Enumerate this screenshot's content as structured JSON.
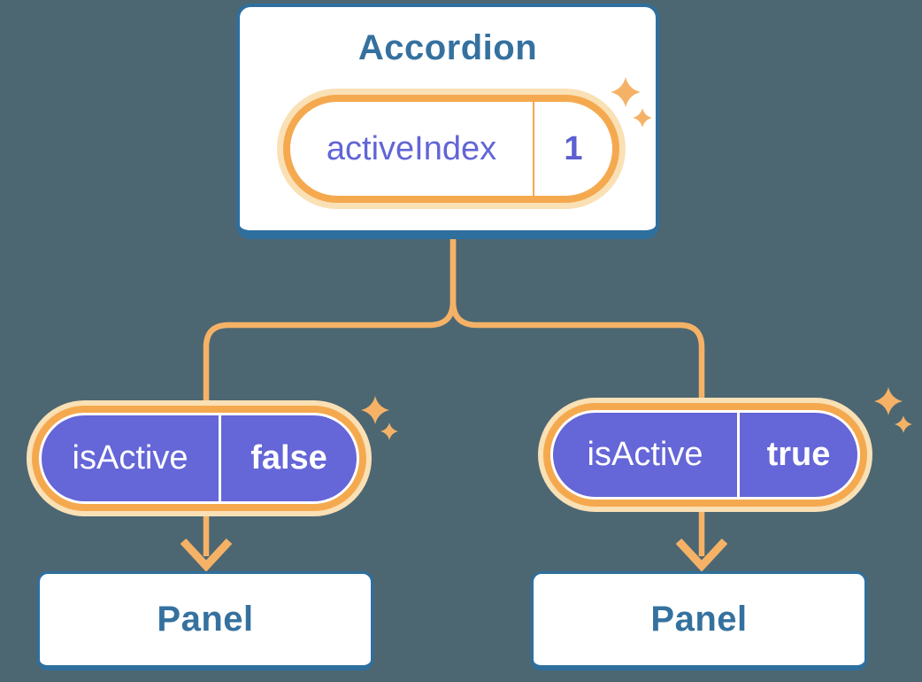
{
  "diagram": {
    "type": "component-tree",
    "root": {
      "title": "Accordion",
      "state": {
        "name": "activeIndex",
        "value": "1"
      }
    },
    "children": [
      {
        "prop": {
          "name": "isActive",
          "value": "false"
        },
        "panel": {
          "label": "Panel"
        }
      },
      {
        "prop": {
          "name": "isActive",
          "value": "true"
        },
        "panel": {
          "label": "Panel"
        }
      }
    ]
  },
  "icons": {
    "sparkle": "four-point-star-sparkle",
    "arrow": "arrow-down"
  },
  "colors": {
    "background": "#4C6772",
    "card_border_blue": "#2E6F9E",
    "label_blue": "#35719F",
    "pill_border_orange": "#F5A94F",
    "pill_glow_cream": "#FAE0B5",
    "connector_orange": "#F5B267",
    "prop_pill_purple": "#6566D7",
    "state_text_purple": "#6265D6",
    "card_background": "#FFFFFF"
  }
}
